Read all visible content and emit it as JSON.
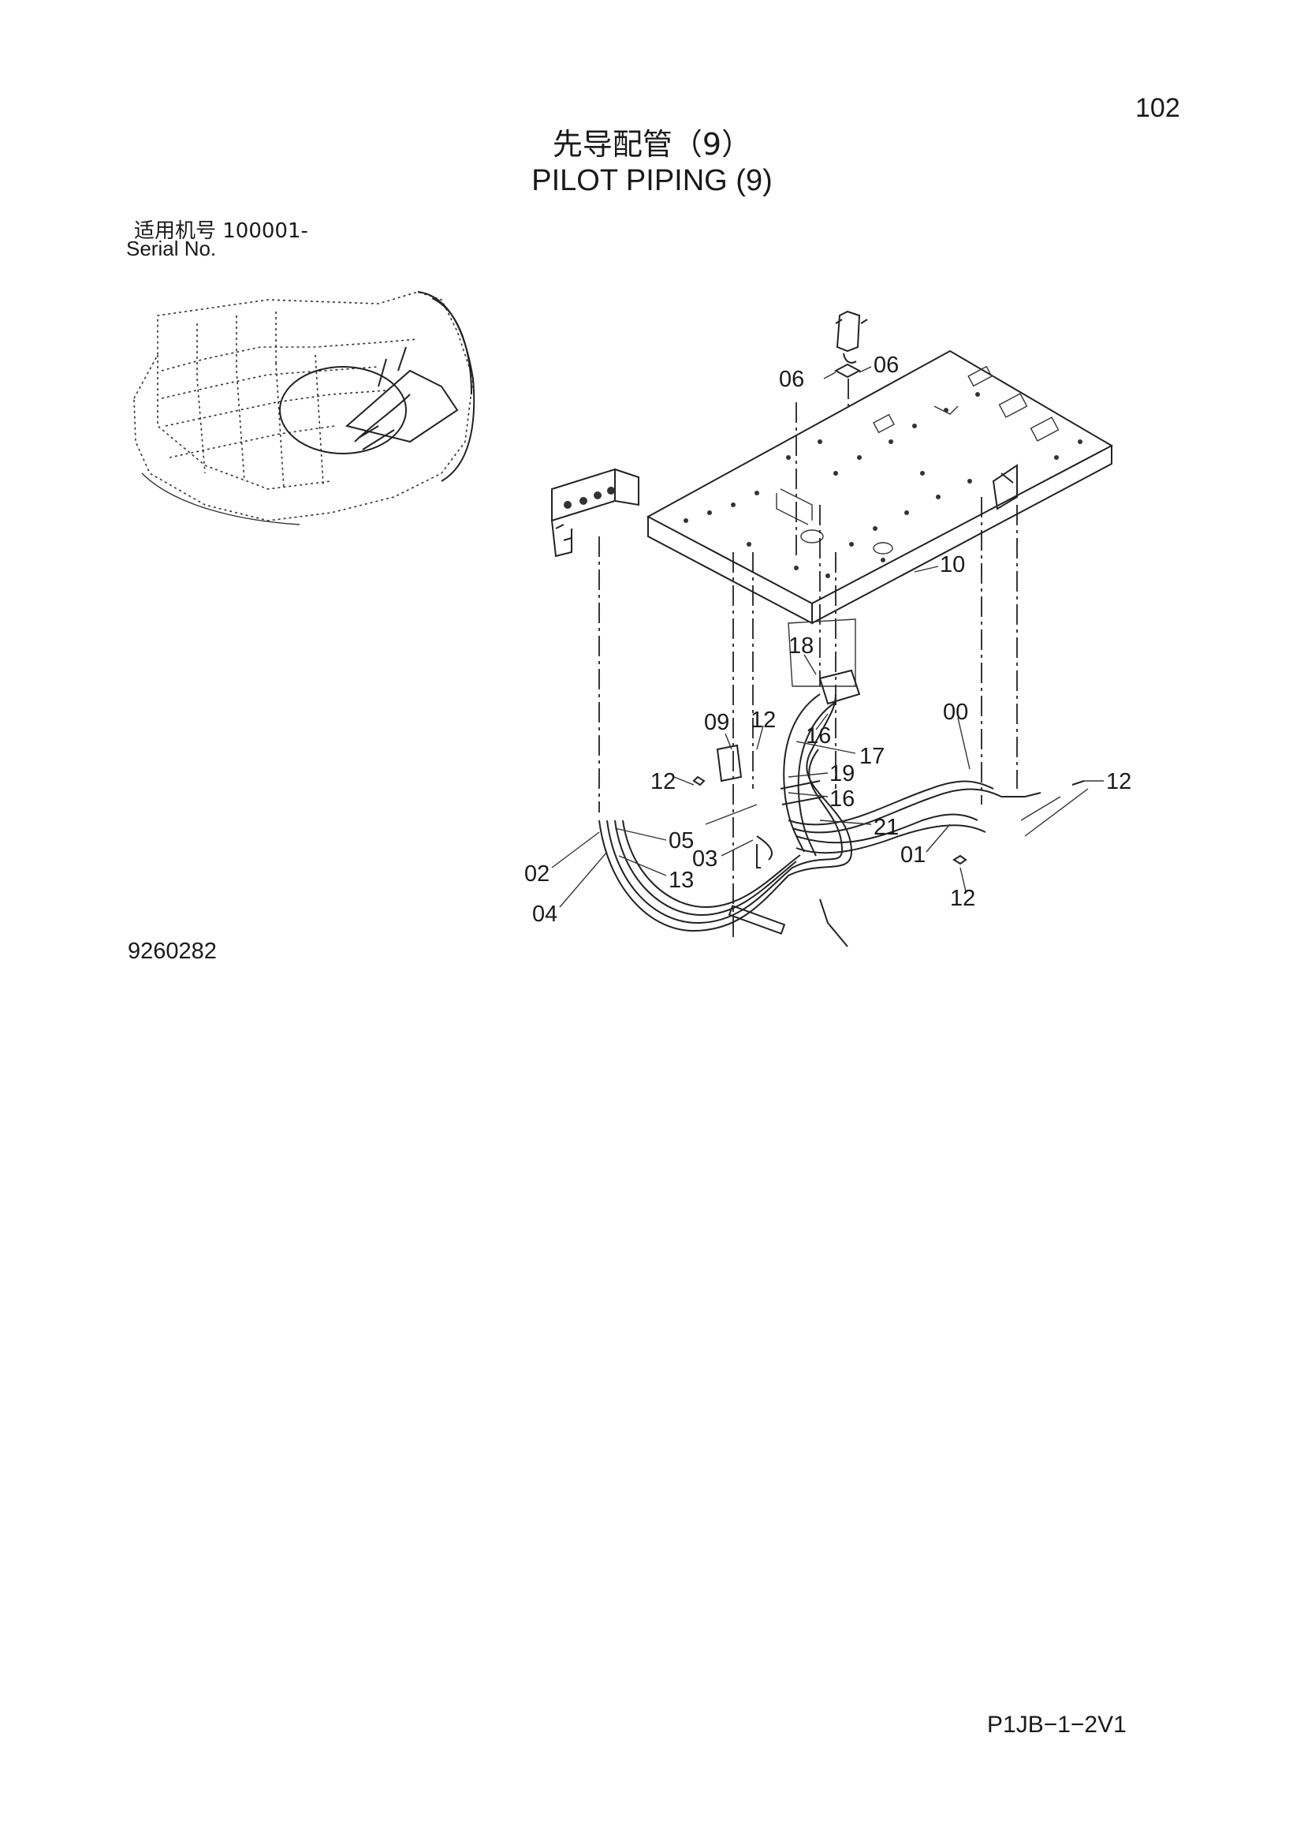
{
  "header": {
    "page_number": "102",
    "title_cn": "先导配管（9）",
    "title_en": "PILOT PIPING (9)"
  },
  "serial": {
    "label_cn": "适用机号 100001-",
    "label_en": "Serial No."
  },
  "drawing": {
    "drawing_number": "9260282",
    "callouts": [
      "06",
      "06",
      "10",
      "18",
      "09",
      "12",
      "16",
      "00",
      "17",
      "12",
      "19",
      "16",
      "12",
      "05",
      "21",
      "03",
      "01",
      "02",
      "13",
      "12",
      "04"
    ]
  },
  "footer": {
    "doc_code": "P1JB−1−2V1"
  }
}
